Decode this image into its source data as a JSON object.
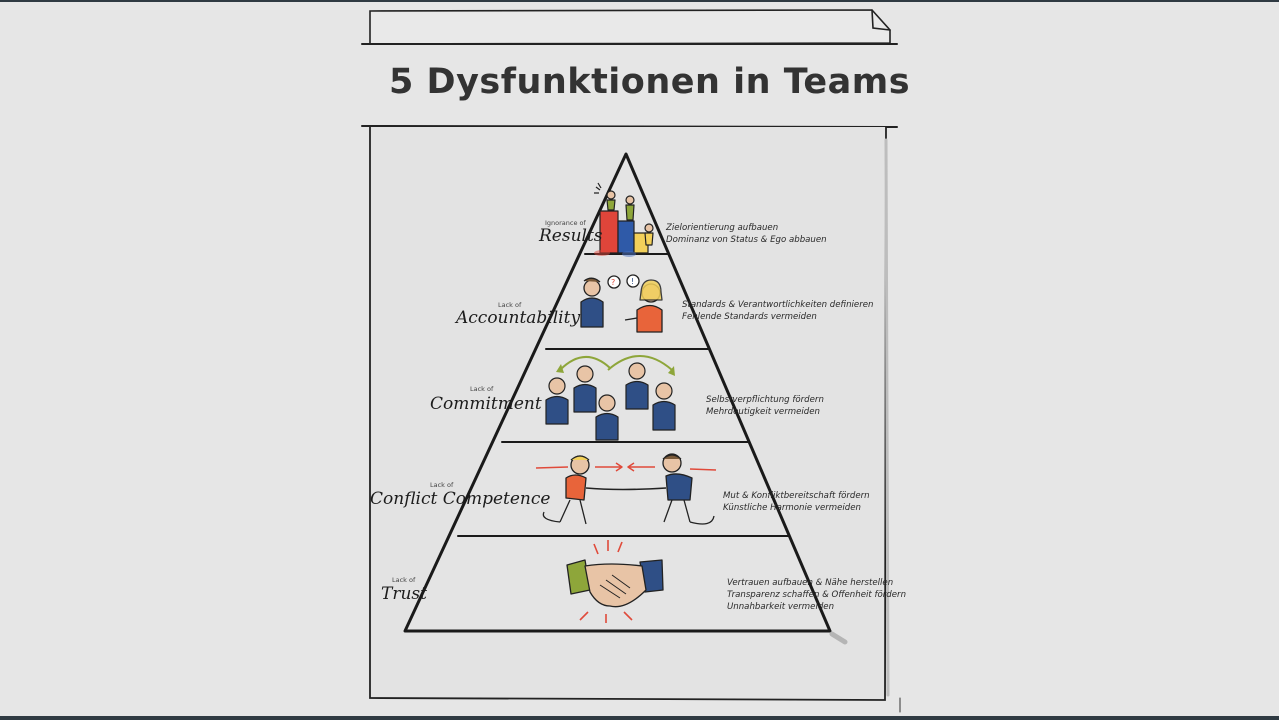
{
  "title": "5 Dysfunktionen in Teams",
  "levels": [
    {
      "prefix": "Ignorance of",
      "name": "Results",
      "notes": [
        "Zielorientierung aufbauen",
        "Dominanz von Status & Ego abbauen"
      ]
    },
    {
      "prefix": "Lack of",
      "name": "Accountability",
      "notes": [
        "Standards & Verantwortlichkeiten definieren",
        "Fehlende Standards vermeiden"
      ]
    },
    {
      "prefix": "Lack of",
      "name": "Commitment",
      "notes": [
        "Selbstverpflichtung fördern",
        "Mehrdeutigkeit vermeiden"
      ]
    },
    {
      "prefix": "Lack of",
      "name": "Conflict Competence",
      "notes": [
        "Mut & Konfliktbereitschaft fördern",
        "Künstliche Harmonie vermeiden"
      ]
    },
    {
      "prefix": "Lack of",
      "name": "Trust",
      "notes": [
        "Vertrauen aufbauen & Nähe herstellen",
        "Transparenz schaffen & Offenheit fördern",
        "Unnahbarkeit vermeiden"
      ]
    }
  ],
  "colors": {
    "ink": "#1c1c1c",
    "red": "#e04a3a",
    "blue": "#2f4f86",
    "orange": "#e8643a",
    "green": "#8ea63a",
    "skin": "#e8c4a6"
  }
}
